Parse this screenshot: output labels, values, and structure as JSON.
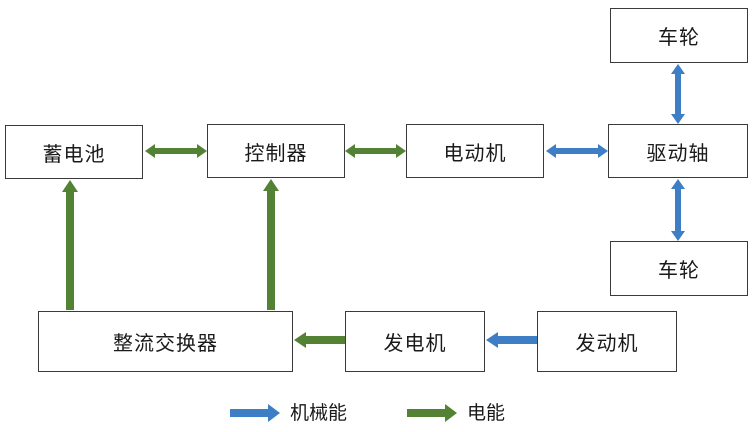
{
  "nodes": {
    "battery": "蓄电池",
    "controller": "控制器",
    "motor": "电动机",
    "drive_shaft": "驱动轴",
    "wheel_top": "车轮",
    "wheel_bottom": "车轮",
    "rectifier_inverter": "整流交换器",
    "generator": "发电机",
    "engine": "发动机"
  },
  "legend": {
    "mechanical": "机械能",
    "electrical": "电能"
  },
  "colors": {
    "mechanical": "#3d7ec4",
    "electrical": "#548235",
    "box_border": "#3a3a3a"
  }
}
